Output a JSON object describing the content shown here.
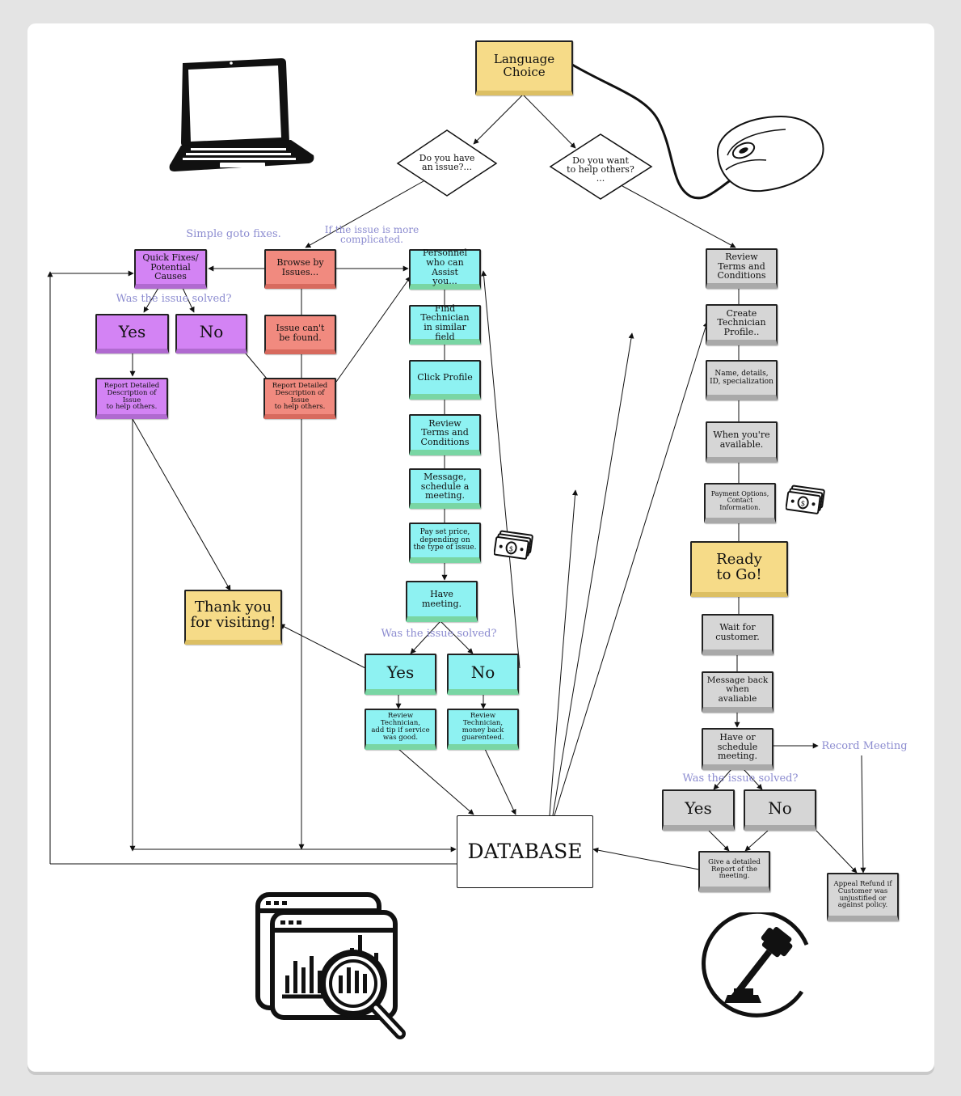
{
  "nodes": {
    "language": "Language\nChoice",
    "q_issue": "Do you have\nan issue?...",
    "q_help": "Do you want\nto help others?\n...",
    "quick_fixes": "Quick Fixes/\nPotential\nCauses",
    "browse": "Browse by\nIssues...",
    "personnel": "Personnel\nwho can Assist\nyou...",
    "yes_left": "Yes",
    "no_left": "No",
    "issue_not_found": "Issue can't\nbe found.",
    "report_left": "Report Detailed\nDescription of Issue\nto help others.",
    "report_mid": "Report Detailed\nDescription of Issue\nto help others.",
    "find_tech": "Find Technician\nin similar field",
    "click_profile": "Click Profile",
    "review_terms_mid": "Review\nTerms and\nConditions",
    "message_schedule": "Message,\nschedule a\nmeeting.",
    "pay_price": "Pay set price,\ndepending on\nthe type of issue.",
    "have_meeting": "Have meeting.",
    "yes_mid": "Yes",
    "no_mid": "No",
    "review_tip": "Review Technician,\nadd tip if  service\nwas good.",
    "review_refund": "Review Technician,\nmoney back\nguarenteed.",
    "thank_you": "Thank you\nfor visiting!",
    "database": "DATABASE",
    "review_terms_right": "Review\nTerms and\nConditions",
    "create_profile": "Create\nTechnician\nProfile..",
    "name_details": "Name, details,\nID, specialization",
    "availability": "When you're\navailable.",
    "payment_options": "Payment Options,\nContact Information.",
    "ready": "Ready\nto Go!",
    "wait_customer": "Wait for\ncustomer.",
    "message_back": "Message back\nwhen avaliable",
    "have_schedule": "Have or\nschedule\nmeeting.",
    "yes_right": "Yes",
    "no_right": "No",
    "give_report": "Give a detailed\nReport of the\nmeeting.",
    "appeal": "Appeal Refund if\nCustomer was\nunjustified or\nagainst policy."
  },
  "annotations": {
    "simple_goto": "Simple goto fixes.",
    "more_complicated": "If the issue is more\ncomplicated.",
    "solved_left": "Was the issue solved?",
    "solved_mid": "Was the issue solved?",
    "solved_right": "Was the issue solved?",
    "record_meeting": "Record Meeting"
  },
  "icons": [
    "laptop-icon",
    "mouse-icon",
    "money-icon",
    "analytics-icon",
    "gavel-icon"
  ],
  "colors": {
    "purple": "#d383f4",
    "salmon": "#f18a7f",
    "cyan": "#8ef2f2",
    "grey": "#d6d6d6",
    "yellow": "#f6db88",
    "annotation": "#8c8cd0"
  }
}
